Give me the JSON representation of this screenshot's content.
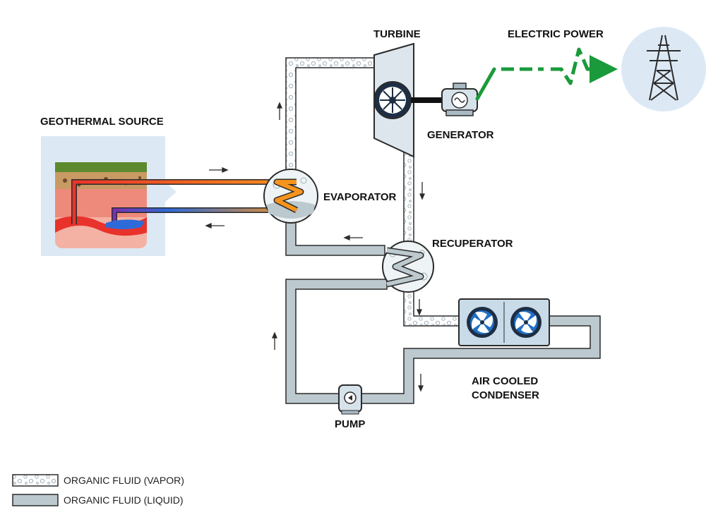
{
  "labels": {
    "turbine": "TURBINE",
    "electric_power": "ELECTRIC POWER",
    "generator": "GENERATOR",
    "geothermal_source": "GEOTHERMAL SOURCE",
    "evaporator": "EVAPORATOR",
    "recuperator": "RECUPERATOR",
    "condenser_line1": "AIR COOLED",
    "condenser_line2": "CONDENSER",
    "pump": "PUMP"
  },
  "legend": {
    "vapor": "ORGANIC FLUID (VAPOR)",
    "liquid": "ORGANIC FLUID (LIQUID)"
  },
  "colors": {
    "liquid_pipe": "#bcc9cf",
    "pipe_outline": "#2b2b2b",
    "vapor_bubbles": "#9fb0bb",
    "hot_fluid": "#e8322b",
    "warm_fluid": "#f7941d",
    "cold_fluid": "#2f6bd8",
    "power_line": "#1a9a3a",
    "fan_blue": "#1f6fc4",
    "source_panel": "#dce9f5"
  },
  "icons": {
    "turbine": "turbine-icon",
    "generator": "generator-icon",
    "pylon": "transmission-tower-icon",
    "pump": "pump-icon",
    "fan": "fan-icon"
  }
}
